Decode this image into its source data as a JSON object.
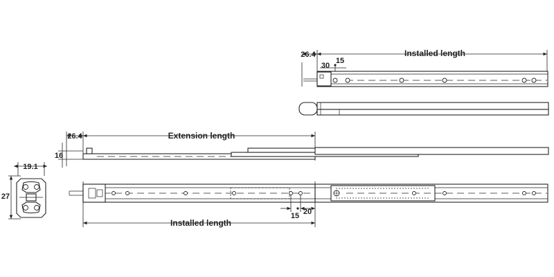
{
  "dimensions": {
    "top_offset": "26.4",
    "top_30": "30",
    "top_15": "15",
    "top_installed": "Installed length",
    "ext_offset": "26.4",
    "ext_length": "Extension length",
    "ext_height": "16",
    "profile_width": "19.1",
    "profile_height": "27",
    "bottom_15": "15",
    "bottom_20": "20",
    "bottom_installed": "Installed length"
  },
  "colors": {
    "line": "#222222",
    "background": "#ffffff"
  }
}
